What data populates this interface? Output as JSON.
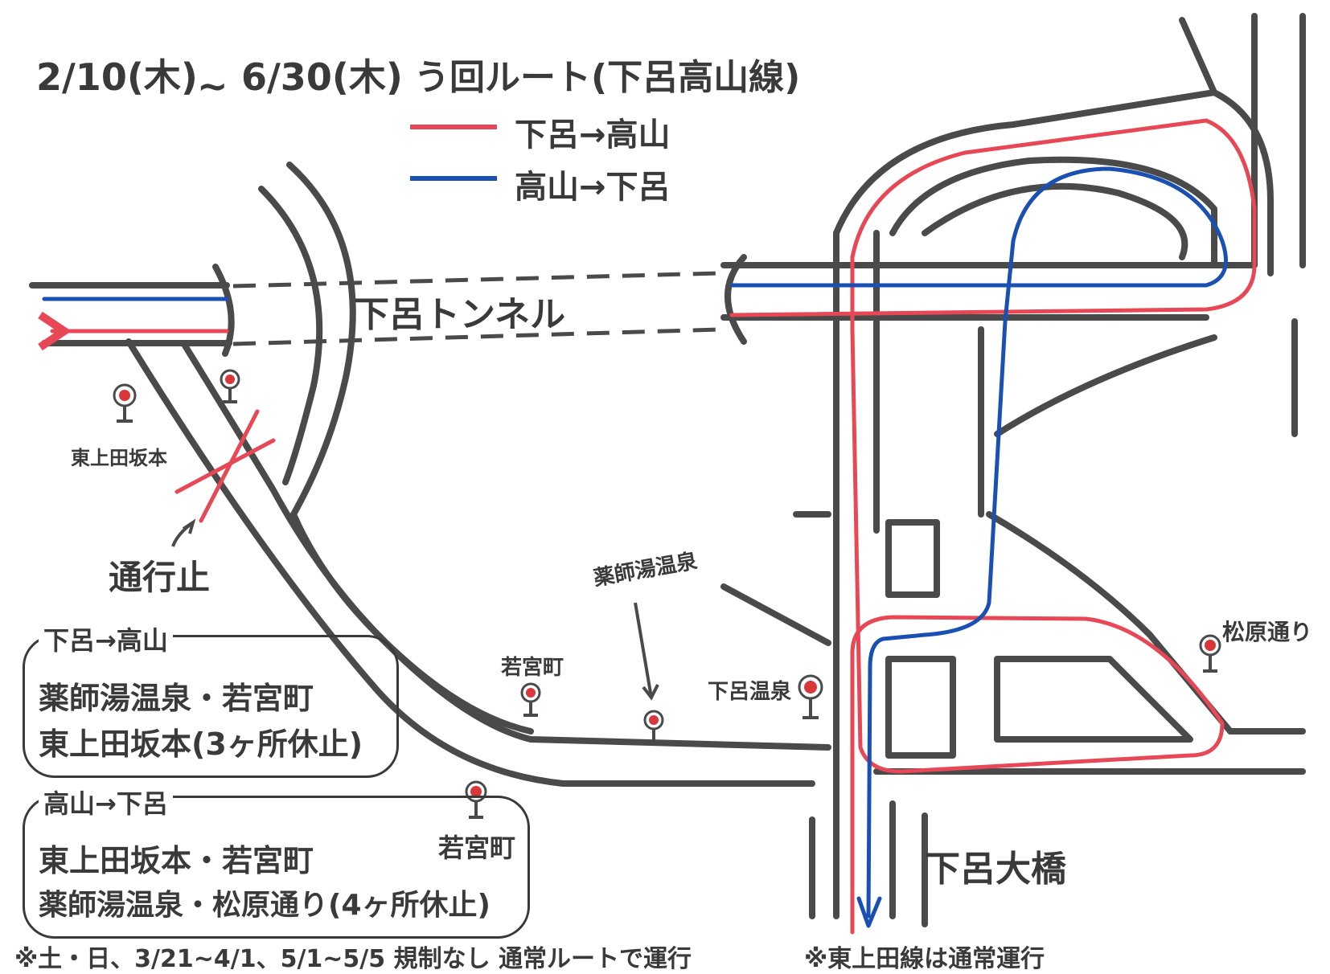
{
  "period": {
    "start": "2/10(木)",
    "separator": "~",
    "end": "6/30(木)"
  },
  "legend": {
    "title": "う回ルート(下呂高山線)",
    "items": [
      {
        "label": "下呂→高山",
        "color": "#e84855"
      },
      {
        "label": "高山→下呂",
        "color": "#1a4fb4"
      }
    ]
  },
  "tunnel_label": "下呂トンネル",
  "bridge_label": "下呂大橋",
  "closed_label": "通行止",
  "bus_stops": {
    "higashi_kamida_sakamoto": "東上田坂本",
    "wakamiya_upper": "若宮町",
    "wakamiya_lower": "若宮町",
    "yakushiyu_onsen": "薬師湯温泉",
    "gero_onsen": "下呂温泉",
    "matsubara_dori": "松原通り"
  },
  "notes": [
    {
      "heading": "下呂→高山",
      "lines": [
        "薬師湯温泉・若宮町",
        "東上田坂本(3ヶ所休止)"
      ]
    },
    {
      "heading": "高山→下呂",
      "lines": [
        "東上田坂本・若宮町",
        "薬師湯温泉・松原通り(4ヶ所休止)"
      ]
    }
  ],
  "footer": {
    "left": "※土・日、3/21~4/1、5/1~5/5 規制なし 通常ルートで運行",
    "right": "※東上田線は通常運行"
  },
  "colors": {
    "road": "#4a4a4a",
    "uphill": "#e84855",
    "downhill": "#1a4fb4",
    "stop_red": "#d9383a"
  }
}
